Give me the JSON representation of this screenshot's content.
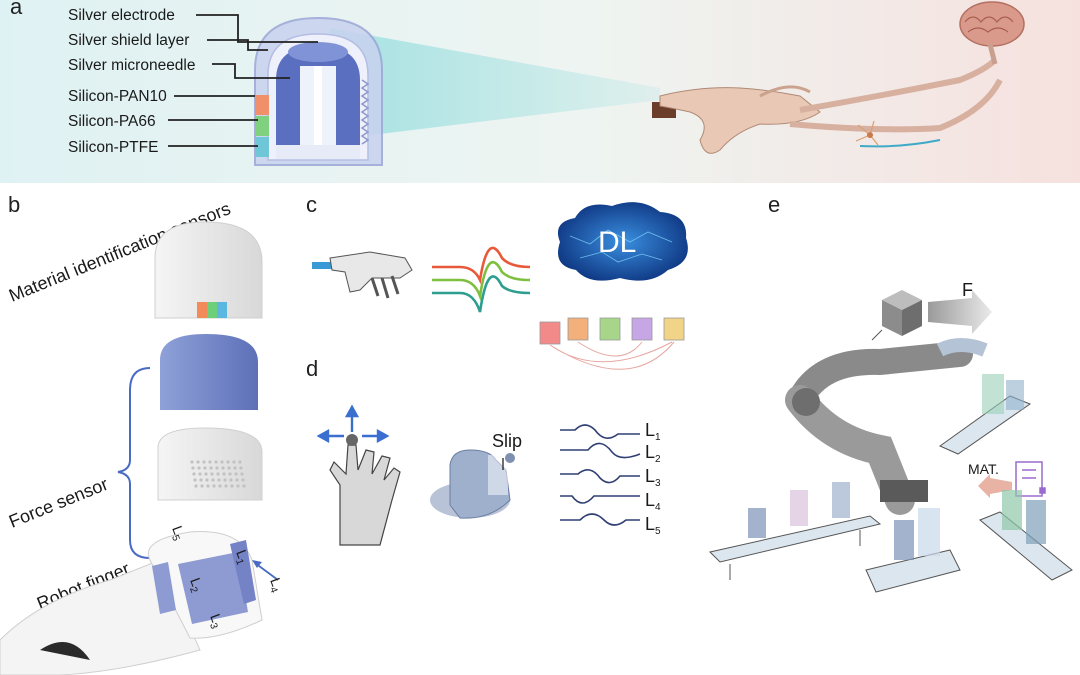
{
  "panels": {
    "a": "a",
    "b": "b",
    "c": "c",
    "d": "d",
    "e": "e"
  },
  "panel_a": {
    "layers": [
      "Silver electrode",
      "Silver shield layer",
      "Silver microneedle",
      "Silicon-PAN10",
      "Silicon-PA66",
      "Silicon-PTFE"
    ],
    "layer_colors": [
      "#f0906a",
      "#7fd07f",
      "#6fc6d6"
    ]
  },
  "panel_b": {
    "material_sensors": "Material identification sensors",
    "force_sensor": "Force sensor",
    "robot_finger": "Robot finger",
    "sensor_labels": [
      "L",
      "L",
      "L",
      "L",
      "L"
    ],
    "sensor_subs": [
      "1",
      "2",
      "3",
      "4",
      "5"
    ]
  },
  "panel_c": {
    "dl": "DL",
    "signal_colors": [
      "#e8593a",
      "#7fbf3f",
      "#2e9e8e"
    ]
  },
  "panel_d": {
    "slip": "Slip",
    "signal_labels": [
      "L",
      "L",
      "L",
      "L",
      "L"
    ],
    "signal_subs": [
      "1",
      "2",
      "3",
      "4",
      "5"
    ]
  },
  "panel_e": {
    "force": "F",
    "mat": "MAT."
  }
}
